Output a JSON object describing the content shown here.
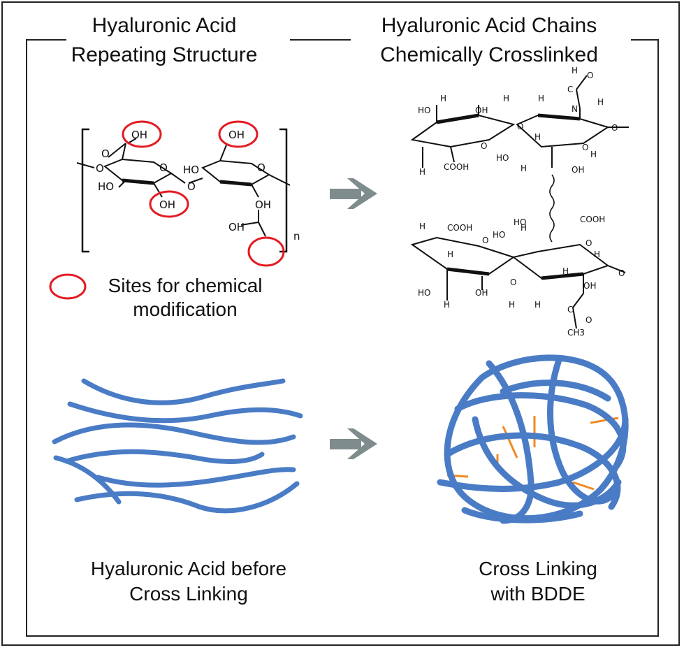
{
  "headings": {
    "left": [
      "Hyaluronic Acid",
      "Repeating Structure"
    ],
    "right": [
      "Hyaluronic Acid Chains",
      "Chemically Crosslinked"
    ]
  },
  "legend": {
    "lines": [
      "Sites for chemical",
      "modification"
    ],
    "marker_color": "#e31b23"
  },
  "captions": {
    "bottom_left": [
      "Hyaluronic Acid before",
      "Cross Linking"
    ],
    "bottom_right": [
      "Cross Linking",
      "with BDDE"
    ]
  },
  "monomer": {
    "oh_labels": [
      "OH",
      "OH",
      "OH",
      "OH",
      "OH"
    ],
    "ho_labels": [
      "HO",
      "HO"
    ],
    "o_labels": [
      "O",
      "O",
      "O",
      "O",
      "O"
    ],
    "subscript": "n"
  },
  "crosslinked": {
    "top_labels": [
      "HO",
      "OH",
      "H",
      "H",
      "H",
      "H",
      "H",
      "H",
      "H",
      "COOH",
      "HO",
      "OH",
      "N",
      "H",
      "O",
      "O",
      "O",
      "O",
      "C",
      "O",
      "H"
    ],
    "bottom_labels": [
      "H",
      "COOH",
      "HO",
      "H",
      "H",
      "H",
      "H",
      "H",
      "HO",
      "OH",
      "HO",
      "OH",
      "COOH",
      "O",
      "O",
      "O",
      "O",
      "C",
      "O",
      "CH3",
      "H",
      "H"
    ]
  },
  "colors": {
    "chain": "#4a7cc6",
    "crosslink": "#f08a24",
    "arrow": "#7f8c8d",
    "highlight": "#e31b23"
  }
}
